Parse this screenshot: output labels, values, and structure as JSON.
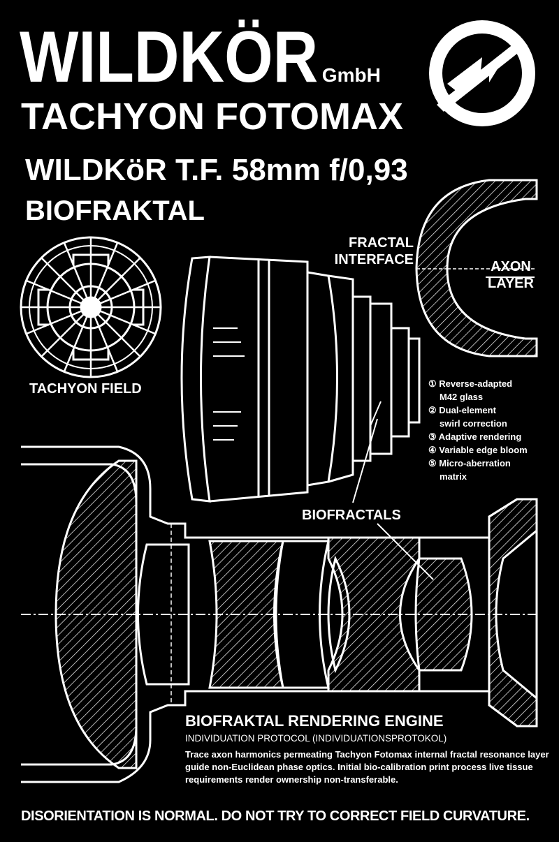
{
  "header": {
    "brand": "WILDKÖR",
    "brand_suffix": "GmbH",
    "product_line": "TACHYON FOTOMAX",
    "model": "WILDKöR T.F. 58mm f/0,93",
    "model_subtitle": "BIOFRAKTAL"
  },
  "labels": {
    "fractal_interface": [
      "FRACTAL",
      "INTERFACE"
    ],
    "axon_layer": [
      "AXON",
      "LAYER"
    ],
    "tachyon_field": "TACHYON FIELD",
    "biofractals": "BIOFRACTALS"
  },
  "features": [
    {
      "num": "①",
      "lines": [
        "Reverse-adapted",
        "M42 glass"
      ]
    },
    {
      "num": "②",
      "lines": [
        "Dual-element",
        "swirl correction"
      ]
    },
    {
      "num": "③",
      "lines": [
        "Adaptive rendering"
      ]
    },
    {
      "num": "④",
      "lines": [
        "Variable edge bloom"
      ]
    },
    {
      "num": "⑤",
      "lines": [
        "Micro-aberration",
        "matrix"
      ]
    }
  ],
  "engine": {
    "title": "BIOFRAKTAL RENDERING ENGINE",
    "subtitle": "INDIVIDUATION PROTOCOL (INDIVIDUATIONSPROTOKOL)",
    "body": "Trace axon harmonics permeating Tachyon Fotomax internal fractal resonance layer guide non-Euclidean phase optics. Initial bio-calibration print process live tissue requirements render ownership non-transferable."
  },
  "footer": "DISORIENTATION IS NORMAL. DO NOT TRY TO CORRECT FIELD CURVATURE.",
  "colors": {
    "background": "#000000",
    "ink": "#ffffff"
  }
}
